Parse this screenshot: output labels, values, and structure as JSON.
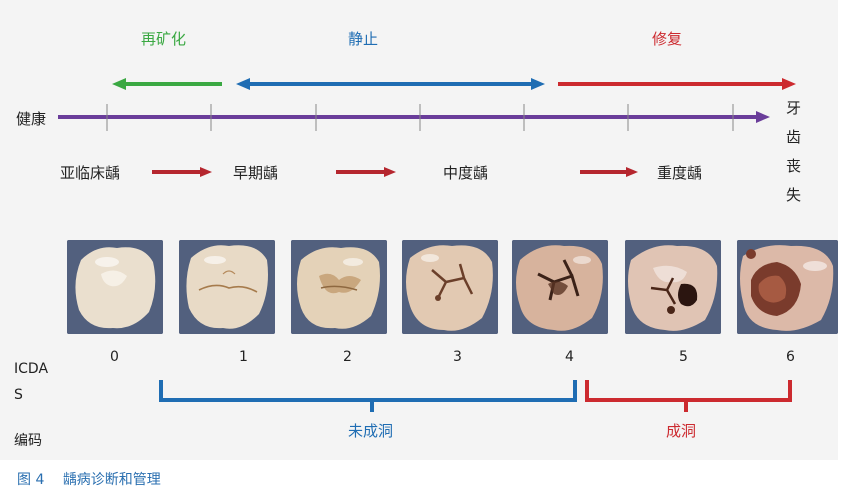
{
  "colors": {
    "remineralize": "#3aa842",
    "arrest": "#1f6db3",
    "restore": "#cc2a2f",
    "timeline": "#6a3d9a",
    "progress_arrow": "#b5262e",
    "tick": "#888888"
  },
  "phases": {
    "remineralize": "再矿化",
    "arrest": "静止",
    "restore": "修复"
  },
  "timeline": {
    "start_label": "健康",
    "end_label": [
      "牙",
      "齿",
      "丧",
      "失"
    ]
  },
  "stages": [
    "亚临床龋",
    "早期龋",
    "中度龋",
    "重度龋"
  ],
  "icdas": {
    "label_lines": [
      "ICDA",
      "S",
      "编码"
    ],
    "codes": [
      "0",
      "1",
      "2",
      "3",
      "4",
      "5",
      "6"
    ]
  },
  "groups": {
    "non_cavitated": "未成洞",
    "cavitated": "成洞"
  },
  "caption": {
    "figure_no": "图 4",
    "title": "龋病诊断和管理"
  },
  "teeth": [
    {
      "code": "0",
      "description": "healthy tooth"
    },
    {
      "code": "1",
      "description": "first visual change"
    },
    {
      "code": "2",
      "description": "distinct visual change"
    },
    {
      "code": "3",
      "description": "enamel breakdown"
    },
    {
      "code": "4",
      "description": "dentin shadow"
    },
    {
      "code": "5",
      "description": "distinct cavity"
    },
    {
      "code": "6",
      "description": "extensive cavity"
    }
  ]
}
